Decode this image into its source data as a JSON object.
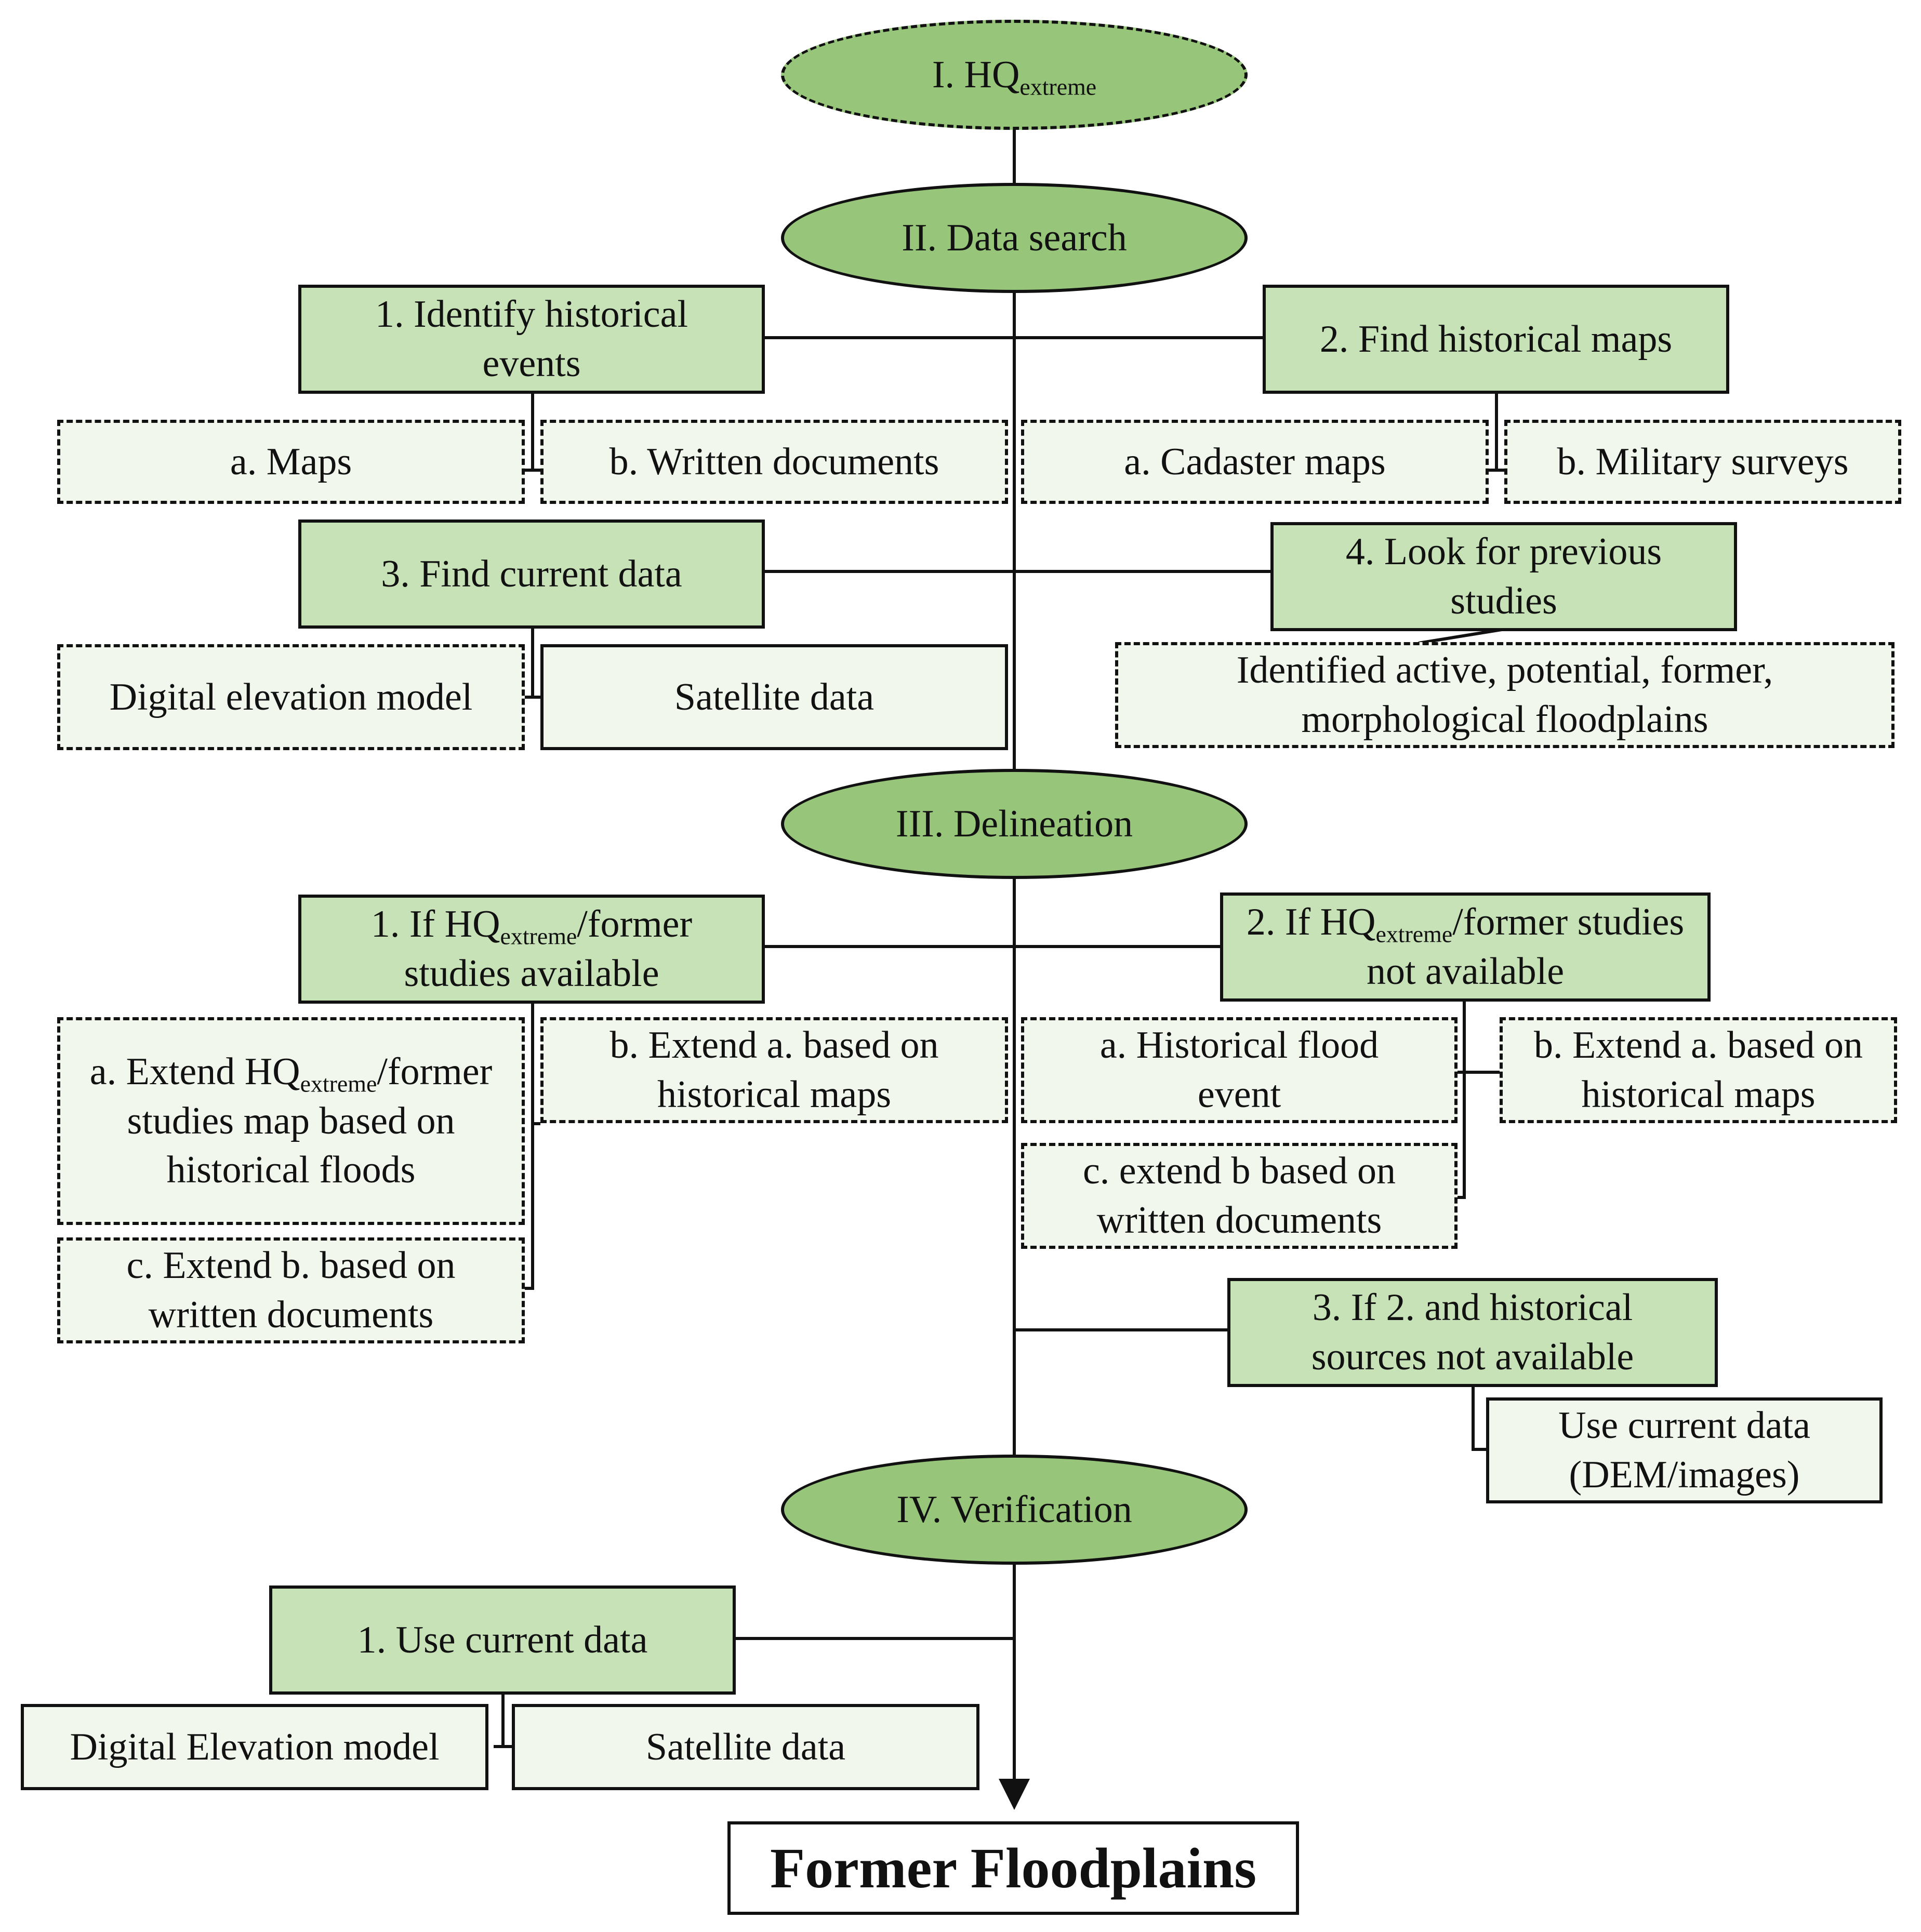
{
  "stages": {
    "hq_extreme": {
      "prefix": "I. HQ",
      "sub": "extreme"
    },
    "data_search": "II. Data search",
    "delineation": "III. Delineation",
    "verification": "IV. Verification"
  },
  "data_search": {
    "identify_events": "1. Identify historical events",
    "events_maps": "a. Maps",
    "events_written": "b. Written documents",
    "find_maps": "2. Find historical maps",
    "cadaster_maps": "a. Cadaster maps",
    "military_surveys": "b. Military surveys",
    "current_data": "3. Find current data",
    "dem": "Digital elevation model",
    "satellite": "Satellite data",
    "previous_studies": "4. Look for previous studies",
    "identified_floodplains": "Identified active, potential, former, morphological floodplains"
  },
  "delineation": {
    "if_available": {
      "pre": "1. If HQ",
      "sub": "extreme",
      "post": "/former studies available"
    },
    "extend_a": {
      "pre": "a. Extend HQ",
      "sub": "extreme",
      "post": "/former studies map based on historical floods"
    },
    "extend_b_maps": "b. Extend a. based on historical maps",
    "extend_c_written": "c. Extend b. based on written documents",
    "if_not_available": {
      "pre": "2. If HQ",
      "sub": "extreme",
      "post": "/former studies not available"
    },
    "historical_flood_event": "a. Historical flood event",
    "extend_a_maps": "b. Extend a. based on historical maps",
    "extend_b_written": "c. extend b based on written documents",
    "if_no_sources": "3. If 2. and historical sources not available",
    "use_current_dem": "Use current data (DEM/images)"
  },
  "verification": {
    "use_current": "1. Use current data",
    "dem": "Digital Elevation model",
    "satellite": "Satellite data"
  },
  "result": "Former Floodplains",
  "colors": {
    "ellipse_fill": "#97c67a",
    "step_fill": "#c6e2b6",
    "detail_fill": "#f1f7ec",
    "line": "#111111"
  }
}
